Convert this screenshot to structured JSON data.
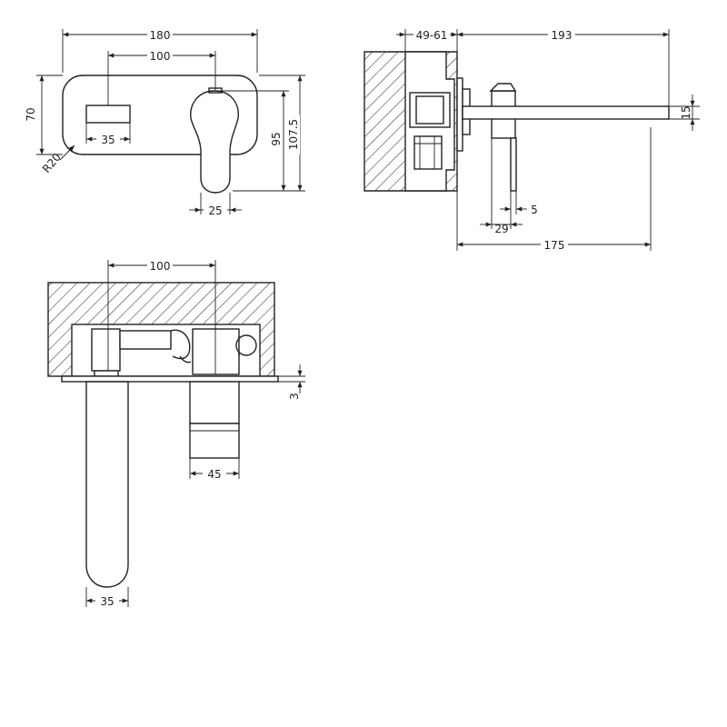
{
  "colors": {
    "line": "#222222",
    "background": "#ffffff"
  },
  "dimensions": {
    "front_width": "180",
    "front_centers": "100",
    "front_height": "70",
    "front_radius": "R20",
    "front_slot": "35",
    "front_lever": "25",
    "front_95": "95",
    "front_107": "107.5",
    "side_wall": "49-61",
    "side_reach": "193",
    "side_15": "15",
    "side_5": "5",
    "side_29": "29",
    "side_175": "175",
    "top_centers": "100",
    "top_3": "3",
    "top_45": "45",
    "top_35": "35"
  }
}
